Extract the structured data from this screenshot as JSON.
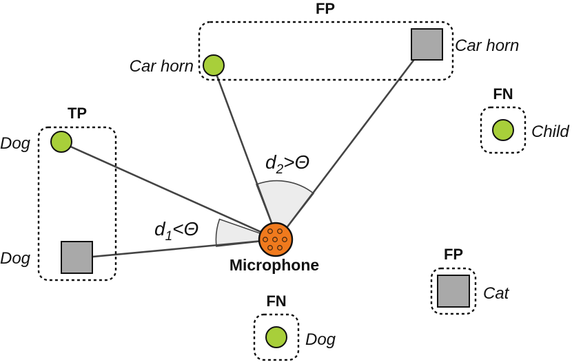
{
  "groups": {
    "fp_top": "FP",
    "tp": "TP",
    "fn_child": "FN",
    "fp_cat": "FP",
    "fn_dog": "FN"
  },
  "labels": {
    "car_horn_gt": "Car horn",
    "car_horn_pred": "Car horn",
    "dog_gt": "Dog",
    "dog_pred": "Dog",
    "child_gt": "Child",
    "cat_pred": "Cat",
    "dog_gt_bottom": "Dog"
  },
  "microphone": {
    "label": "Microphone"
  },
  "angles": {
    "d1": {
      "var": "d",
      "sub": "1",
      "op": "<Θ"
    },
    "d2": {
      "var": "d",
      "sub": "2",
      "op": ">Θ"
    }
  },
  "colors": {
    "ground_truth": "#a8cf3a",
    "prediction": "#a9a9a9",
    "microphone": "#f07a1d",
    "wedge": "#ececec"
  },
  "icons": {
    "ground_truth": "green-circle",
    "prediction": "gray-square",
    "microphone": "microphone-icon"
  }
}
